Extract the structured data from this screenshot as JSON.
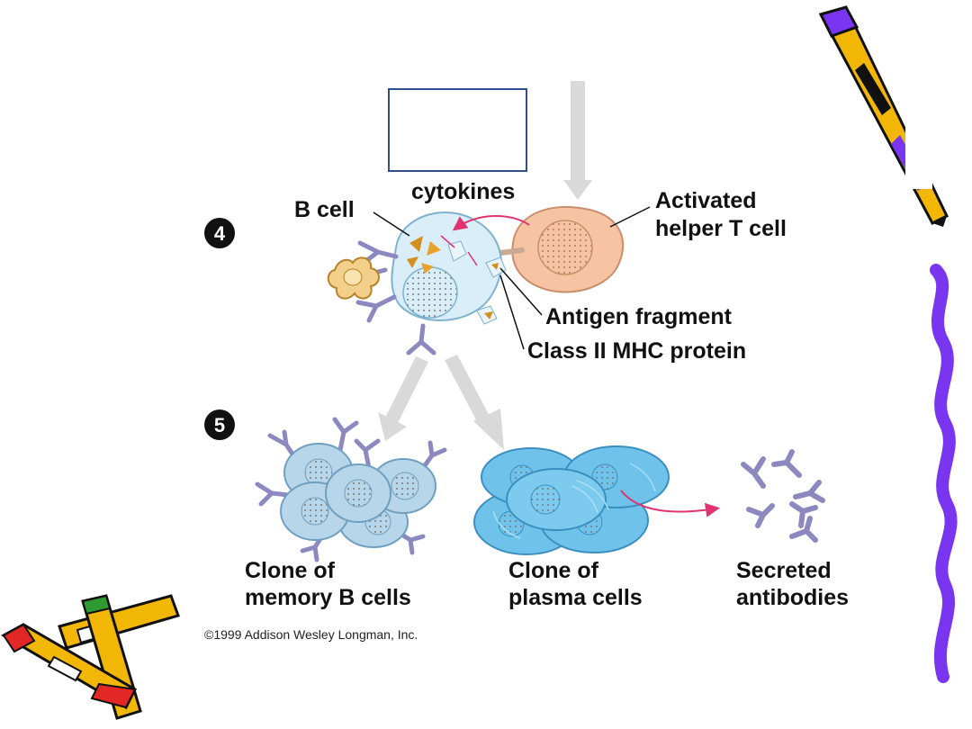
{
  "slide": {
    "labels": {
      "cytokines": "cytokines",
      "b_cell": "B cell",
      "activated_t_line1": "Activated",
      "activated_t_line2": "helper T cell",
      "antigen_fragment": "Antigen fragment",
      "class_ii_mhc": "Class II MHC protein",
      "memory_line1": "Clone of",
      "memory_line2": "memory B cells",
      "plasma_line1": "Clone of",
      "plasma_line2": "plasma cells",
      "secreted_line1": "Secreted",
      "secreted_line2": "antibodies"
    },
    "steps": [
      "4",
      "5"
    ],
    "copyright": "©1999 Addison Wesley Longman, Inc.",
    "icons": [
      "pencil-icon",
      "crayon-icon",
      "squiggle-border"
    ],
    "colors": {
      "t_cell": "#f7c4a3",
      "b_cell": "#d9eef8",
      "memory_cell": "#b8d6ea",
      "plasma_cell": "#6fc3ea",
      "antibody": "#8c89c0",
      "arrow": "#d9d9d9",
      "pink_arrow": "#e0336f",
      "border": "#7a35f0",
      "box": "#2f4f8f"
    }
  }
}
